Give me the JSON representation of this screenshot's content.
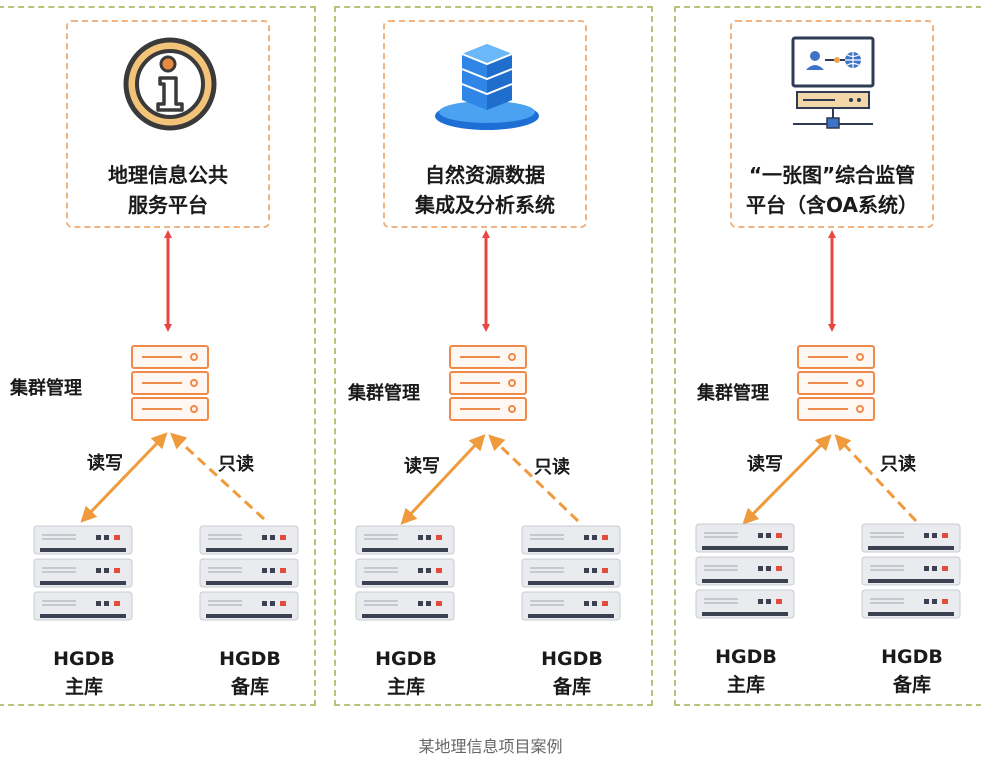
{
  "columns": [
    {
      "app_line1": "地理信息公共",
      "app_line2": "服务平台",
      "app_icon": "info-icon",
      "cluster_label": "集群管理",
      "rw_label": "读写",
      "ro_label": "只读",
      "primary_line1": "HGDB",
      "primary_line2": "主库",
      "standby_line1": "HGDB",
      "standby_line2": "备库"
    },
    {
      "app_line1": "自然资源数据",
      "app_line2": "集成及分析系统",
      "app_icon": "database-stack-icon",
      "cluster_label": "集群管理",
      "rw_label": "读写",
      "ro_label": "只读",
      "primary_line1": "HGDB",
      "primary_line2": "主库",
      "standby_line1": "HGDB",
      "standby_line2": "备库"
    },
    {
      "app_line1": "“一张图”综合监管",
      "app_line2": "平台（含OA系统）",
      "app_icon": "monitor-network-icon",
      "cluster_label": "集群管理",
      "rw_label": "读写",
      "ro_label": "只读",
      "primary_line1": "HGDB",
      "primary_line2": "主库",
      "standby_line1": "HGDB",
      "standby_line2": "备库"
    }
  ],
  "caption": "某地理信息项目案例",
  "colors": {
    "panel_border": "#b9c27a",
    "app_border": "#f0b482",
    "red_arrow": "#e8473f",
    "orange_arrow": "#ef9a3c",
    "cluster_icon": "#f08a4b"
  }
}
